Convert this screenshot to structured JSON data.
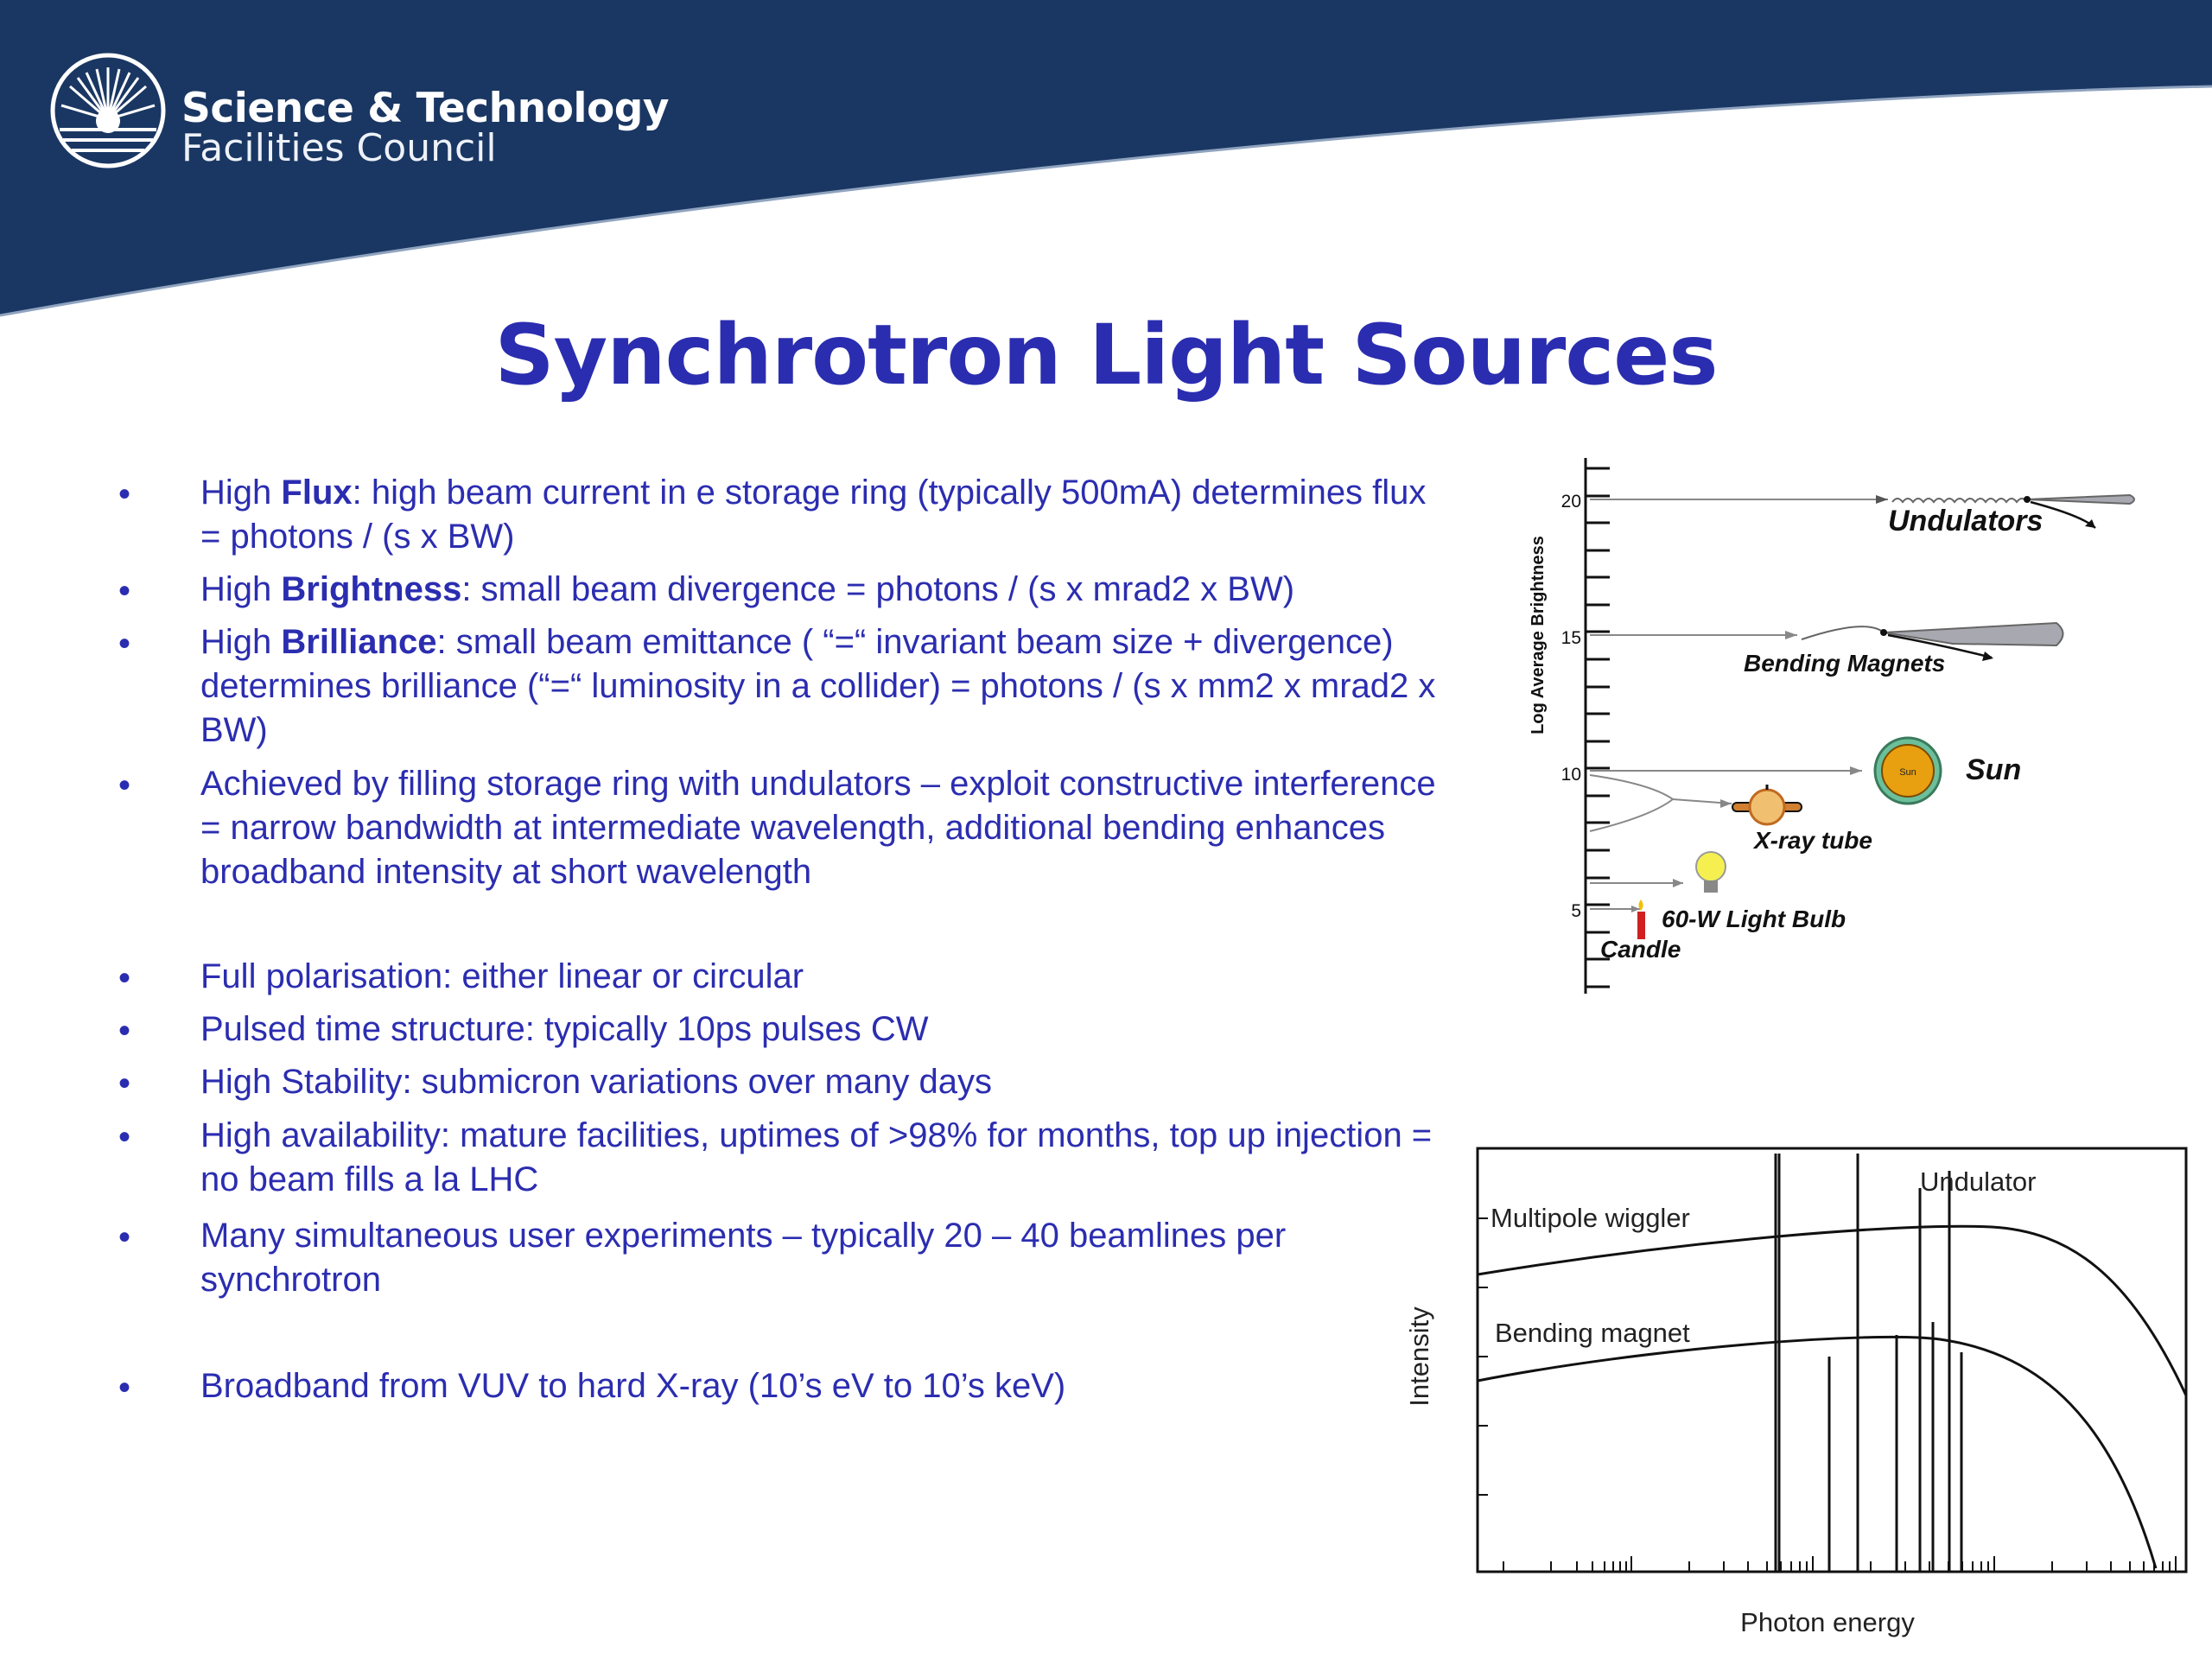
{
  "brand": {
    "line1": "Science & Technology",
    "line2": "Facilities Council",
    "navy": "#1a3763",
    "title_color": "#2b2db0"
  },
  "title": "Synchrotron Light Sources",
  "bullets": [
    {
      "lines": [
        [
          "High ",
          "Flux",
          ": high beam current in e storage ring (typically 500mA) determines flux"
        ],
        [
          "= photons / (s x BW)"
        ]
      ]
    },
    {
      "lines": [
        [
          "High ",
          "Brightness",
          ": small beam divergence = photons / (s x mrad2 x BW)"
        ]
      ]
    },
    {
      "lines": [
        [
          "High ",
          "Brilliance",
          ": small beam emittance ( “=“ invariant beam size + divergence)"
        ],
        [
          "determines brilliance (“=“ luminosity in a collider) = photons / (s x mm2 x mrad2 x"
        ],
        [
          "BW)"
        ]
      ]
    },
    {
      "lines": [
        [
          "Achieved by filling storage ring with undulators – exploit constructive interference"
        ],
        [
          "= narrow bandwidth at intermediate wavelength, additional bending enhances"
        ],
        [
          "broadband intensity at short wavelength"
        ]
      ]
    },
    {
      "lines": [
        [
          "Full polarisation: either linear or circular"
        ]
      ]
    },
    {
      "lines": [
        [
          "Pulsed time structure: typically 10ps pulses CW"
        ]
      ]
    },
    {
      "lines": [
        [
          "High Stability: submicron variations over many days"
        ]
      ]
    },
    {
      "lines": [
        [
          "High availability: mature facilities, uptimes of >98% for months, top up injection ="
        ],
        [
          "no beam fills a la LHC"
        ]
      ]
    },
    {
      "lines": [
        [
          "Many simultaneous user experiments – typically 20 – 40 beamlines per"
        ],
        [
          "synchrotron"
        ]
      ]
    },
    {
      "lines": [
        [
          "Broadband from VUV to hard X-ray (10’s eV to 10’s keV)"
        ]
      ]
    }
  ],
  "bullet_symbol": "•",
  "brightness_figure": {
    "ylabel": "Log Average Brightness",
    "ticks": [
      "20",
      "15",
      "10",
      "5"
    ],
    "labels": {
      "undulators": "Undulators",
      "bending": "Bending Magnets",
      "sun": "Sun",
      "sun_inner": "Sun",
      "xray": "X-ray tube",
      "bulb": "60-W Light Bulb",
      "candle": "Candle"
    }
  },
  "intensity_figure": {
    "xlabel": "Photon energy",
    "ylabel": "Intensity",
    "labels": {
      "undulator": "Undulator",
      "wiggler": "Multipole wiggler",
      "bending": "Bending magnet"
    }
  }
}
